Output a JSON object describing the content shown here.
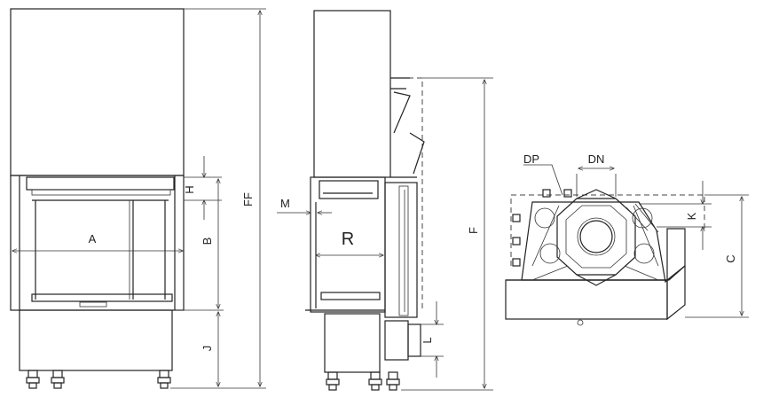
{
  "labels": {
    "A": "A",
    "B": "B",
    "H": "H",
    "J": "J",
    "FF": "FF",
    "M": "M",
    "R": "R",
    "F": "F",
    "L": "L",
    "DP": "DP",
    "DN": "DN",
    "K": "K",
    "C": "C"
  }
}
